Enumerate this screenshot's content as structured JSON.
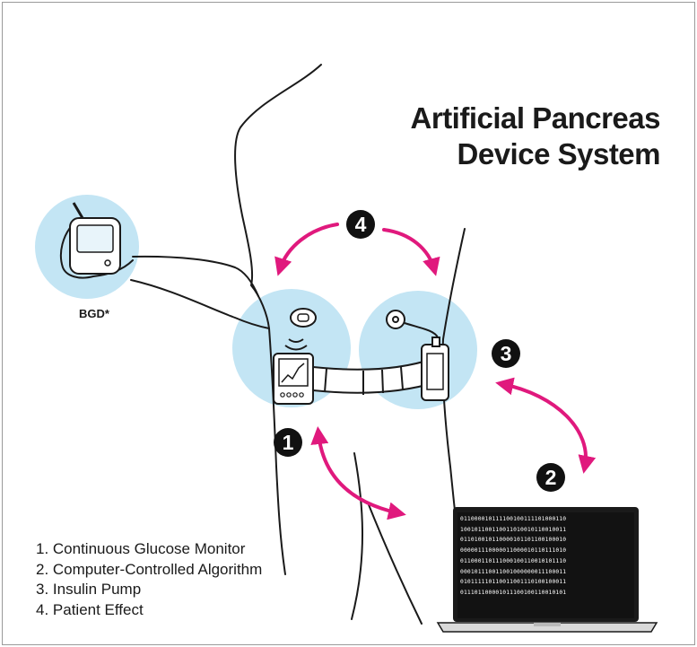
{
  "title": {
    "line1": "Artificial Pancreas",
    "line2": "Device System"
  },
  "bgd_label": "BGD*",
  "markers": [
    "1",
    "2",
    "3",
    "4"
  ],
  "legend": [
    "1. Continuous Glucose Monitor",
    "2. Computer-Controlled Algorithm",
    "3. Insulin Pump",
    "4. Patient Effect"
  ],
  "binary_lines": [
    "011000010111100100111101000110",
    "100101100110011010010110010011",
    "011010010110000101101100100010",
    "000001110000011000010110111010",
    "011000110111000100110010101110",
    "000101110011001000000011100011",
    "010111110110011001110100100011",
    "011101100001011100100110010101"
  ],
  "colors": {
    "accent": "#e0197d",
    "zone": "#c3e5f4",
    "ink": "#1a1a1a"
  },
  "icons": [
    "glucose-meter-icon",
    "sensor-icon",
    "cgm-receiver-icon",
    "insulin-pump-icon",
    "laptop-icon"
  ]
}
